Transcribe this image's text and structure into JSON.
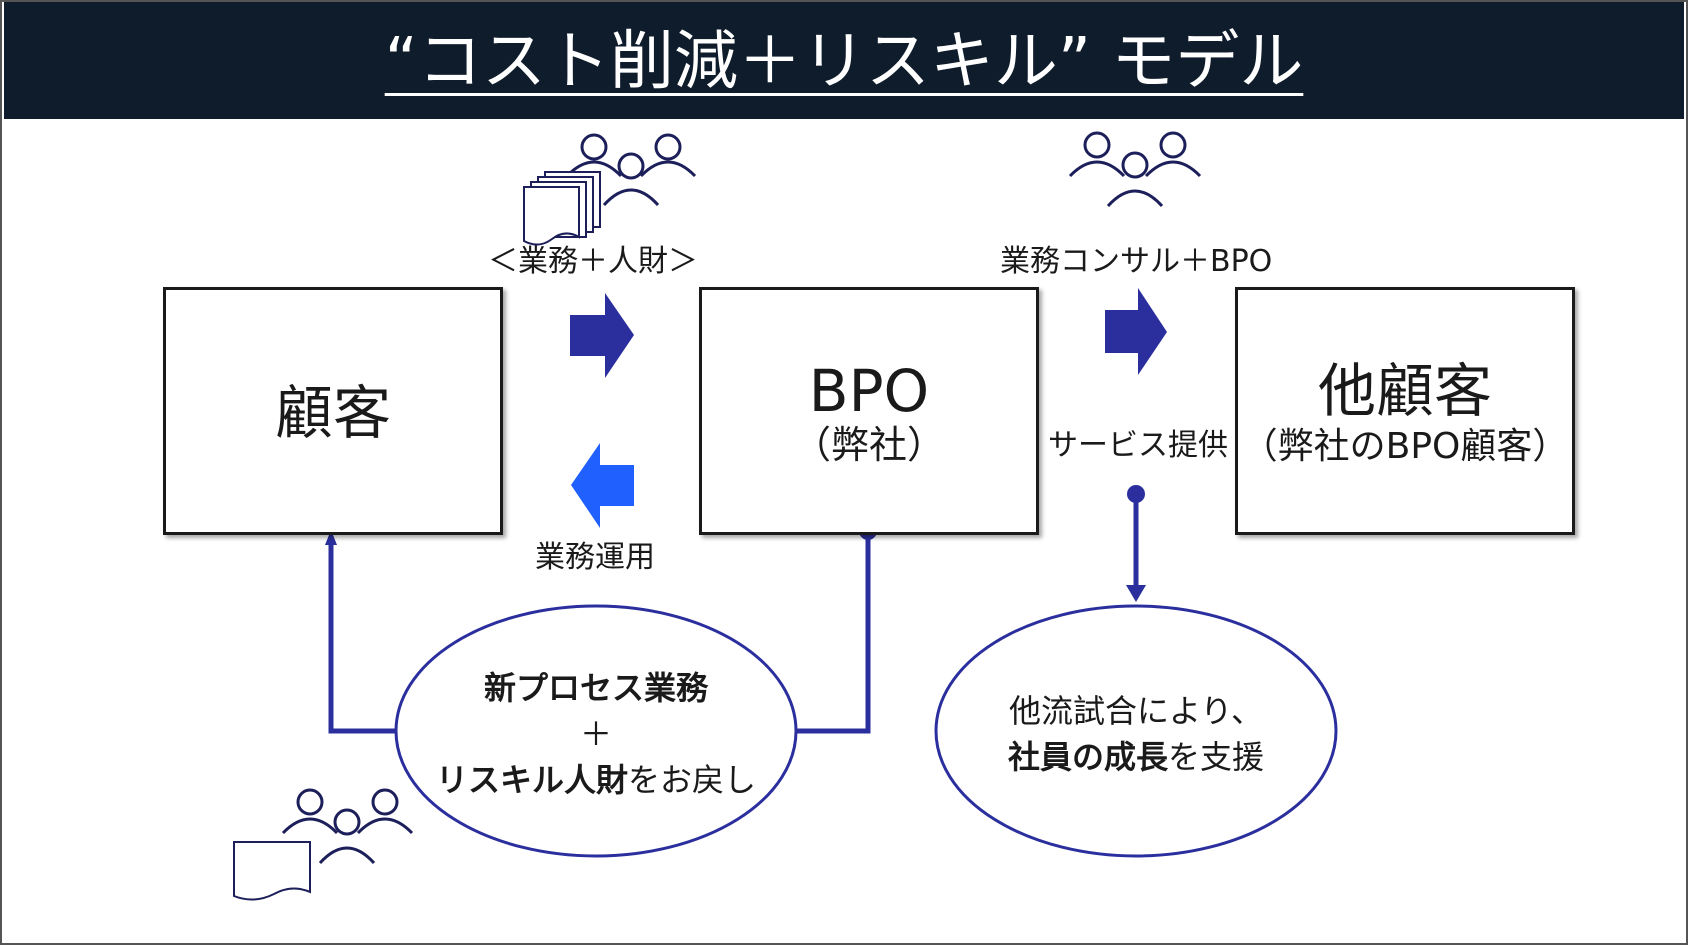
{
  "title": "“コスト削減＋リスキル” モデル",
  "colors": {
    "banner": "#0f1c2b",
    "arrow_dark": "#2b2f9e",
    "arrow_light": "#2060ff",
    "line": "#2b2f9e"
  },
  "boxes": {
    "customer": {
      "title": "顧客"
    },
    "bpo": {
      "title": "BPO",
      "subtitle": "（弊社）"
    },
    "other": {
      "title": "他顧客",
      "subtitle": "（弊社のBPO顧客）"
    }
  },
  "labels": {
    "work_talent": "＜業務＋人財＞",
    "consult_bpo": "業務コンサル＋BPO",
    "operation": "業務運用",
    "service": "サービス提供"
  },
  "ellipse_left": {
    "line1": "新プロセス業務",
    "plus": "＋",
    "line3_bold": "リスキル人財",
    "line3_rest": "をお戻し"
  },
  "ellipse_right": {
    "line1": "他流試合により、",
    "line2_bold": "社員の成長",
    "line2_rest": "を支援"
  },
  "icons": [
    "people-group-icon",
    "document-stack-icon",
    "document-icon"
  ]
}
